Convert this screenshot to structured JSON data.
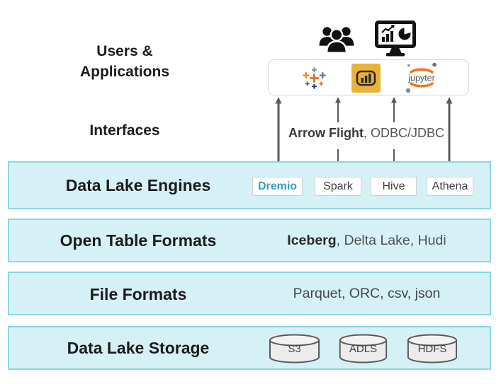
{
  "left_column": {
    "users_line1": "Users &",
    "users_line2": "Applications",
    "interfaces": "Interfaces"
  },
  "applications": {
    "jupyter_label": "jupyter",
    "icons": [
      "users-group-icon",
      "dashboard-monitor-icon",
      "tableau-icon",
      "power-bi-icon",
      "jupyter-icon"
    ]
  },
  "interfaces": {
    "protocol_bold": "Arrow Flight",
    "protocol_rest": ", ODBC/JDBC"
  },
  "bands": {
    "engines": {
      "label": "Data Lake Engines",
      "items": [
        "Dremio",
        "Spark",
        "Hive",
        "Athena"
      ]
    },
    "table_formats": {
      "label": "Open Table Formats",
      "bold": "Iceberg",
      "rest": ", Delta Lake, Hudi"
    },
    "file_formats": {
      "label": "File Formats",
      "text": "Parquet, ORC, csv, json"
    },
    "storage": {
      "label": "Data Lake Storage",
      "items": [
        "S3",
        "ADLS",
        "HDFS"
      ]
    }
  },
  "colors": {
    "band_fill": "#d6f1f5",
    "band_border": "#8bd7e1",
    "dremio_teal": "#35a1b5",
    "powerbi_gold": "#e9b33b",
    "jupyter_orange": "#f37726",
    "tableau_orange": "#e8762d",
    "tableau_blue": "#59879b",
    "arrow_gray": "#5a5b5e",
    "cylinder_fill": "#ececec"
  }
}
